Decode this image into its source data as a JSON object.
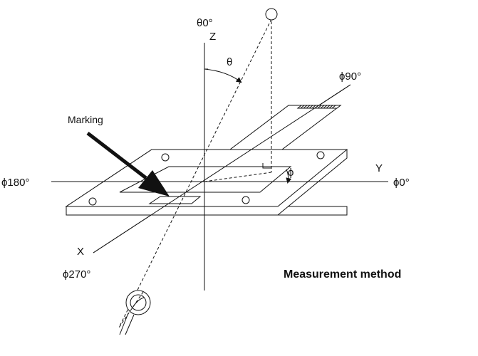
{
  "diagram": {
    "title": "Measurement method",
    "marking_label": "Marking",
    "axes": {
      "z_label": "Z",
      "y_label": "Y",
      "x_label": "X"
    },
    "angle_labels": {
      "theta0": "θ0°",
      "theta": "θ",
      "phi": "ϕ",
      "phi0": "ϕ0°",
      "phi90": "ϕ90°",
      "phi180": "ϕ180°",
      "phi270": "ϕ270°"
    },
    "icons": [
      "light-source-icon",
      "detector-icon",
      "marking-arrow-icon"
    ]
  }
}
